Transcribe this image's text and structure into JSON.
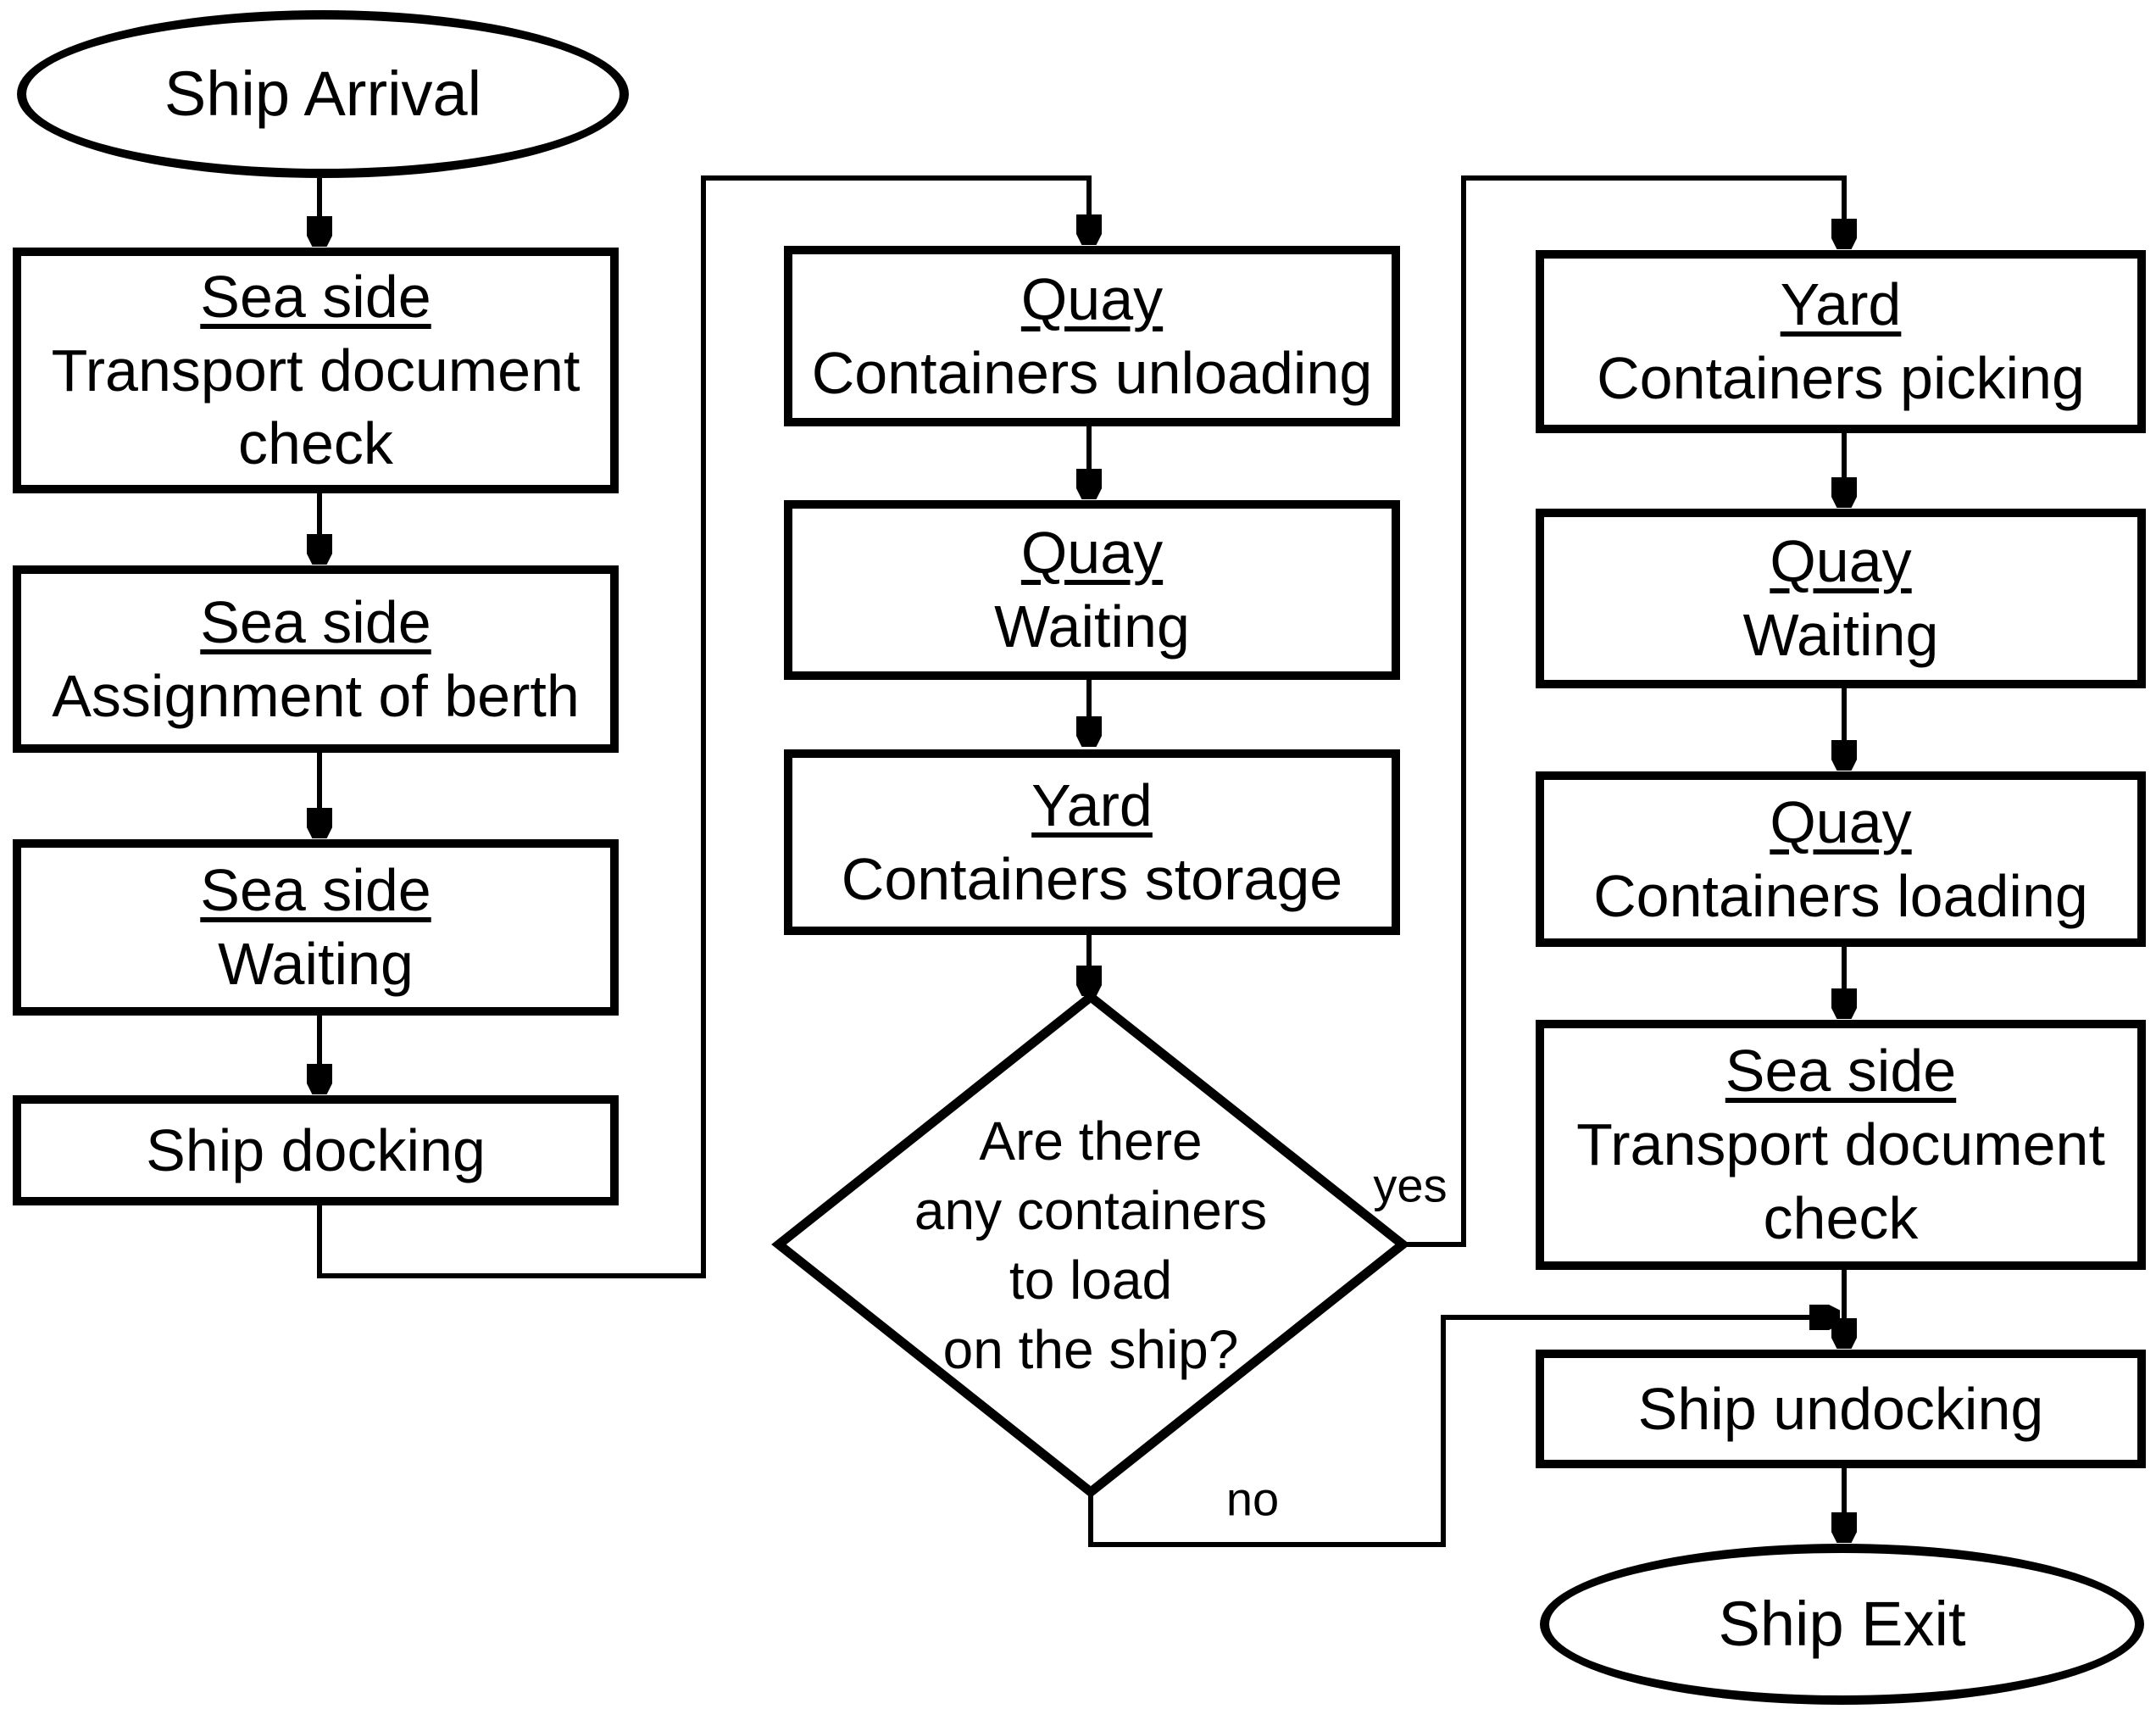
{
  "theme": {
    "ink": "#000000",
    "background": "#ffffff"
  },
  "nodes": {
    "start": {
      "label": "Ship Arrival"
    },
    "c1b1": {
      "heading": "Sea side",
      "label": "Transport document\ncheck"
    },
    "c1b2": {
      "heading": "Sea side",
      "label": "Assignment of berth"
    },
    "c1b3": {
      "heading": "Sea side",
      "label": "Waiting"
    },
    "c1b4": {
      "label": "Ship docking"
    },
    "c2b1": {
      "heading": "Quay",
      "label": "Containers unloading"
    },
    "c2b2": {
      "heading": "Quay",
      "label": "Waiting"
    },
    "c2b3": {
      "heading": "Yard",
      "label": "Containers storage"
    },
    "decision": {
      "label": "Are there\nany containers\nto load\non the ship?"
    },
    "c3b1": {
      "heading": "Yard",
      "label": "Containers picking"
    },
    "c3b2": {
      "heading": "Quay",
      "label": "Waiting"
    },
    "c3b3": {
      "heading": "Quay",
      "label": "Containers loading"
    },
    "c3b4": {
      "heading": "Sea side",
      "label": "Transport document\ncheck"
    },
    "c3b5": {
      "label": "Ship undocking"
    },
    "end": {
      "label": "Ship Exit"
    }
  },
  "edge_labels": {
    "yes": "yes",
    "no": "no"
  }
}
